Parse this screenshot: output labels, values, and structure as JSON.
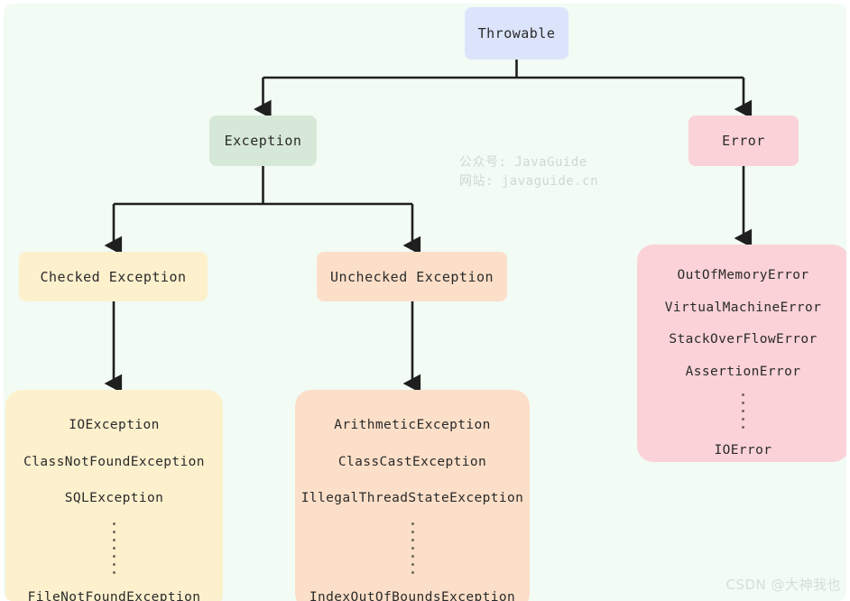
{
  "diagram": {
    "title": "Java Throwable hierarchy",
    "background_color": "#f2fbf4",
    "nodes": {
      "throwable": {
        "label": "Throwable",
        "color": "#dbe4fb"
      },
      "exception": {
        "label": "Exception",
        "color": "#d6e8d7"
      },
      "error": {
        "label": "Error",
        "color": "#fad2d8"
      },
      "checked": {
        "label": "Checked Exception",
        "color": "#fdf0cd"
      },
      "unchecked": {
        "label": "Unchecked Exception",
        "color": "#fcdfc8"
      },
      "checked_list": {
        "color": "#fdf0cd",
        "items": [
          "IOException",
          "ClassNotFoundException",
          "SQLException"
        ],
        "ellipsis": "vertical-dots",
        "last_item": "FileNotFoundException"
      },
      "unchecked_list": {
        "color": "#fcdfc8",
        "items": [
          "ArithmeticException",
          "ClassCastException",
          "IllegalThreadStateException"
        ],
        "ellipsis": "vertical-dots",
        "last_item": "IndexOutOfBoundsException"
      },
      "error_list": {
        "color": "#fad2d8",
        "items": [
          "OutOfMemoryError",
          "VirtualMachineError",
          "StackOverFlowError",
          "AssertionError"
        ],
        "ellipsis": "vertical-dots",
        "last_item": "IOError"
      }
    },
    "edges": [
      {
        "from": "throwable",
        "to": "exception"
      },
      {
        "from": "throwable",
        "to": "error"
      },
      {
        "from": "exception",
        "to": "checked"
      },
      {
        "from": "exception",
        "to": "unchecked"
      },
      {
        "from": "checked",
        "to": "checked_list"
      },
      {
        "from": "unchecked",
        "to": "unchecked_list"
      },
      {
        "from": "error",
        "to": "error_list"
      }
    ],
    "edge_color": "#1f1f1f"
  },
  "watermarks": {
    "javaguide_line1": "公众号: JavaGuide",
    "javaguide_line2": "网站: javaguide.cn",
    "csdn": "CSDN @大神我也"
  }
}
